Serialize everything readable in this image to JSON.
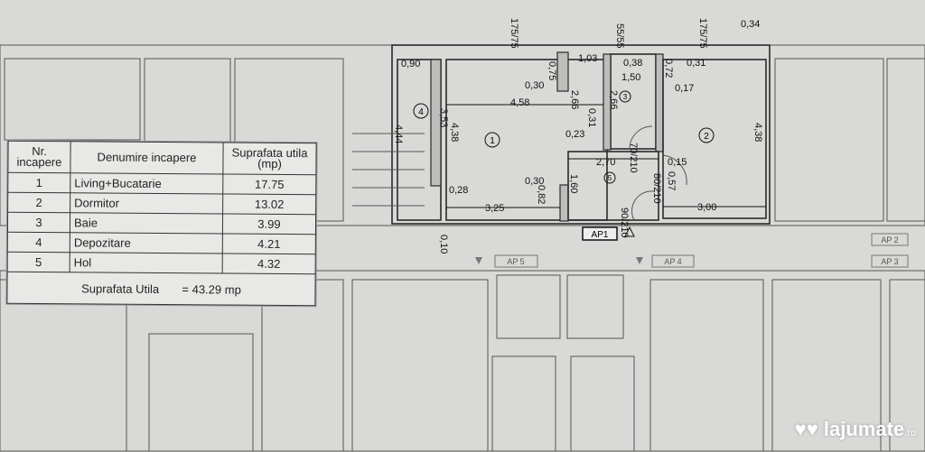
{
  "table": {
    "headers": {
      "nr": "Nr. incapere",
      "name": "Denumire incapere",
      "area": "Suprafata utila (mp)"
    },
    "rows": [
      {
        "nr": "1",
        "name": "Living+Bucatarie",
        "area": "17.75"
      },
      {
        "nr": "2",
        "name": "Dormitor",
        "area": "13.02"
      },
      {
        "nr": "3",
        "name": "Baie",
        "area": "3.99"
      },
      {
        "nr": "4",
        "name": "Depozitare",
        "area": "4.21"
      },
      {
        "nr": "5",
        "name": "Hol",
        "area": "4.32"
      }
    ],
    "total_label": "Suprafata Utila",
    "total_value": "= 43.29 mp"
  },
  "plan": {
    "room_numbers": [
      "1",
      "2",
      "3",
      "4",
      "5"
    ],
    "apartment_labels": {
      "ap1": "AP1",
      "ap2": "AP 2",
      "ap3": "AP 3",
      "ap4": "AP 4",
      "ap5": "AP 5"
    },
    "dimensions": [
      "0,90",
      "0,75",
      "1,03",
      "0,38",
      "0,31",
      "0,72",
      "0,30",
      "1,50",
      "0,17",
      "4,58",
      "2,66",
      "2,66",
      "0,31",
      "0,23",
      "4,44",
      "3,53",
      "4,38",
      "4,38",
      "2,70",
      "0,15",
      "0,57",
      "0,30",
      "1,60",
      "0,82",
      "0,28",
      "3,25",
      "3,00",
      "0,10",
      "0,34"
    ],
    "window_marks": [
      "175/75",
      "55/55",
      "175/75"
    ],
    "doors": [
      "70/210",
      "80/210",
      "90/210"
    ]
  },
  "watermark": {
    "brand": "lajumate",
    "suffix": ".ro"
  }
}
